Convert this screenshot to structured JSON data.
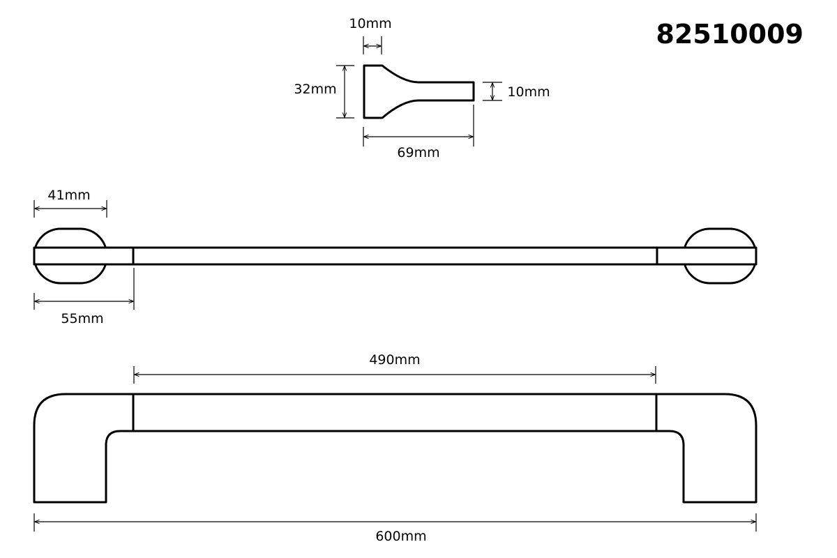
{
  "product_code": "82510009",
  "dimensions": {
    "profile_tip_width": "10mm",
    "profile_height": "32mm",
    "profile_end_height": "10mm",
    "profile_length": "69mm",
    "bracket_width": "41mm",
    "bracket_offset": "55mm",
    "bar_span": "490mm",
    "overall_length": "600mm"
  },
  "colors": {
    "line": "#000000",
    "background": "#ffffff"
  }
}
